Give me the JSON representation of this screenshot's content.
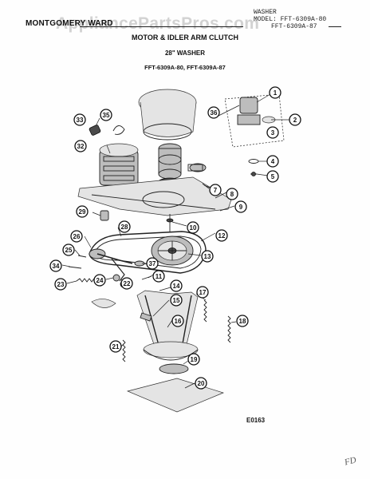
{
  "watermark": "AppliancePartsPros.com",
  "header": {
    "brand": "MONTGOMERY WARD",
    "model_lines": [
      "WASHER",
      "MODEL: FFT-6309A-80",
      "FFT-6309A-87"
    ],
    "title": "MOTOR & IDLER ARM CLUTCH",
    "subtitle": "28\" WASHER",
    "models": "FFT-6309A-80,  FFT-6309A-87"
  },
  "diagram_code": "E0163",
  "corner_mark": "FD",
  "callouts": [
    {
      "label": "1"
    },
    {
      "label": "2"
    },
    {
      "label": "3"
    },
    {
      "label": "4"
    },
    {
      "label": "5"
    },
    {
      "label": "7"
    },
    {
      "label": "8"
    },
    {
      "label": "9"
    },
    {
      "label": "10"
    },
    {
      "label": "11"
    },
    {
      "label": "12"
    },
    {
      "label": "13"
    },
    {
      "label": "14"
    },
    {
      "label": "15"
    },
    {
      "label": "16"
    },
    {
      "label": "17"
    },
    {
      "label": "18"
    },
    {
      "label": "19"
    },
    {
      "label": "20"
    },
    {
      "label": "21"
    },
    {
      "label": "22"
    },
    {
      "label": "23"
    },
    {
      "label": "24"
    },
    {
      "label": "25"
    },
    {
      "label": "26"
    },
    {
      "label": "28"
    },
    {
      "label": "29"
    },
    {
      "label": "32"
    },
    {
      "label": "33"
    },
    {
      "label": "34"
    },
    {
      "label": "35"
    },
    {
      "label": "36"
    },
    {
      "label": "37"
    }
  ]
}
